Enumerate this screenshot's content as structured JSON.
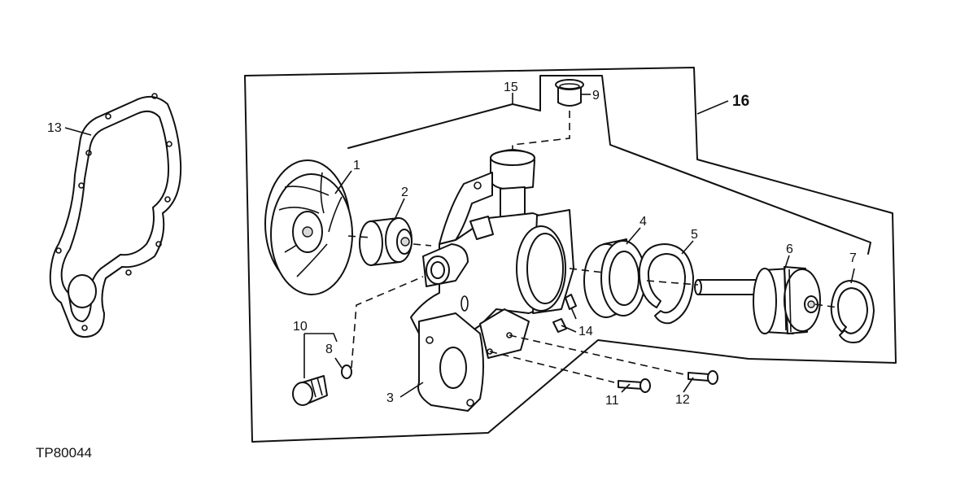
{
  "figure_id": "TP80044",
  "callouts": {
    "c1": "1",
    "c2": "2",
    "c3": "3",
    "c4": "4",
    "c5": "5",
    "c6": "6",
    "c7": "7",
    "c8": "8",
    "c9": "9",
    "c10": "10",
    "c11": "11",
    "c12": "12",
    "c13": "13",
    "c14": "14",
    "c15": "15",
    "c16": "16"
  }
}
